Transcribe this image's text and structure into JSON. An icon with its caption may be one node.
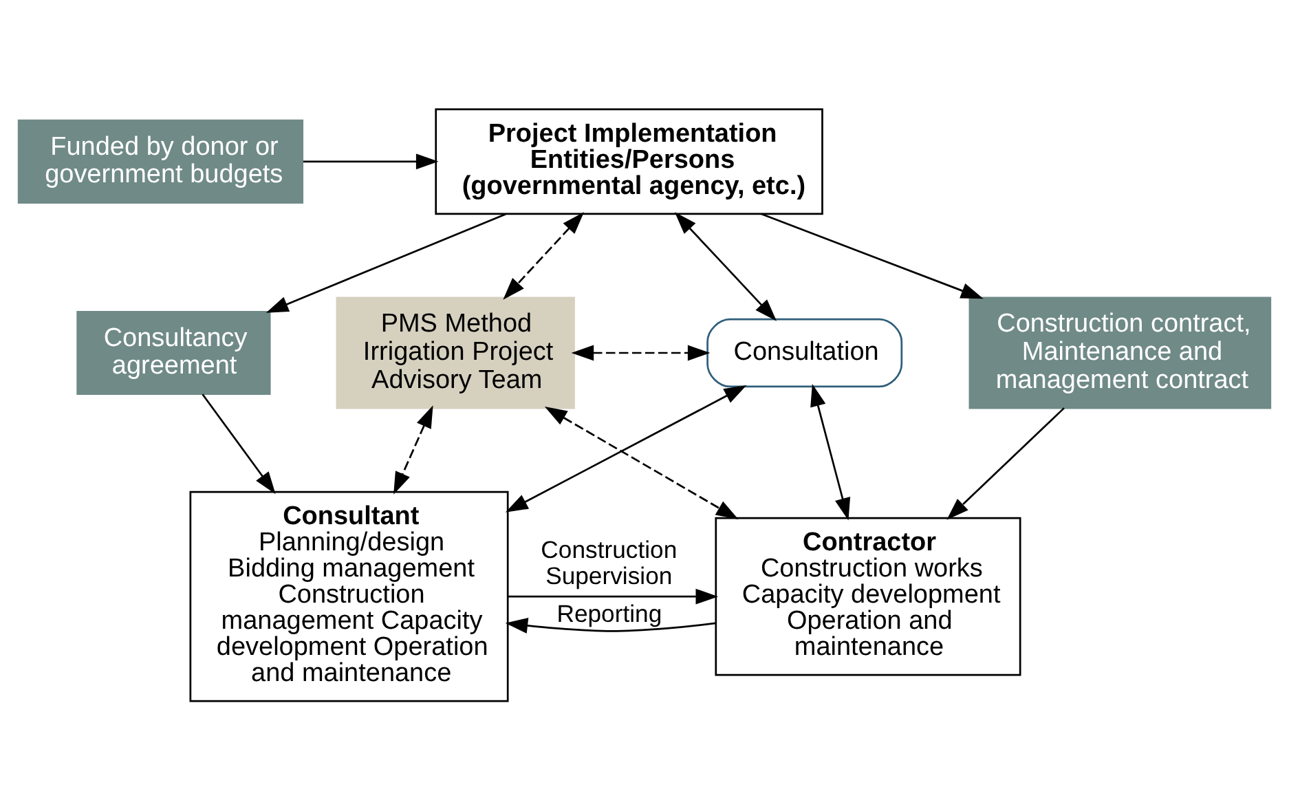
{
  "diagram": {
    "nodes": [
      {
        "text": [
          "Funded by donor or government budgets"
        ]
      },
      {
        "text": [
          "Project Implementation Entities/Persons (governmental agency, etc.)"
        ]
      },
      {
        "text": [
          "PMS Method Irrigation Project Advisory Team"
        ]
      },
      {
        "text": [
          "Consultation"
        ]
      },
      {
        "text": [
          "Consultancy agreement"
        ]
      },
      {
        "text": [
          "Construction contract, Maintenance and management contract"
        ]
      },
      {
        "text": [
          "Consultant",
          "Planning/design Bidding management Construction management Capacity development Operation and maintenance"
        ]
      },
      {
        "text": [
          "Contractor",
          "Construction works Capacity development Operation and maintenance"
        ]
      }
    ],
    "edges": [
      {
        "from": 0,
        "to": 1,
        "arrow": "to"
      },
      {
        "from": 1,
        "to": 2,
        "arrow": "both",
        "style": "dashed"
      },
      {
        "from": 2,
        "to": 3,
        "arrow": "both",
        "style": "dashed"
      },
      {
        "from": 1,
        "to": 3,
        "arrow": "both"
      },
      {
        "from": 1,
        "to": 4,
        "arrow": "to"
      },
      {
        "from": 4,
        "to": 6,
        "arrow": "to"
      },
      {
        "from": 1,
        "to": 5,
        "arrow": "to"
      },
      {
        "from": 5,
        "to": 7,
        "arrow": "to"
      },
      {
        "from": 3,
        "to": 6,
        "arrow": "both"
      },
      {
        "from": 3,
        "to": 7,
        "arrow": "both"
      },
      {
        "from": 2,
        "to": 6,
        "arrow": "both",
        "style": "dashed"
      },
      {
        "from": 2,
        "to": 7,
        "arrow": "both",
        "style": "dashed"
      },
      {
        "from": 6,
        "to": 7,
        "arrow": "to",
        "label": "Construction Supervision"
      },
      {
        "from": 7,
        "to": 6,
        "arrow": "to",
        "label": "Reporting"
      }
    ]
  }
}
